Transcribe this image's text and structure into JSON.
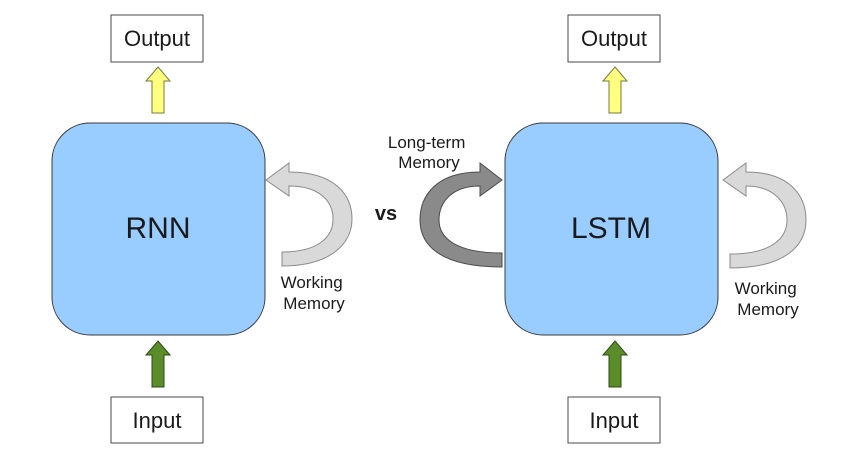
{
  "colors": {
    "cell_fill": "#99CCFF",
    "cell_stroke": "#3b3b3b",
    "output_arrow": "#FFFF80",
    "input_arrow": "#5B8C2A",
    "working_memory_arrow": "#D9D9D9",
    "long_term_memory_arrow": "#8A8A8A"
  },
  "rnn": {
    "output_label": "Output",
    "cell_label": "RNN",
    "input_label": "Input",
    "memory_line1": "Working",
    "memory_line2": "Memory"
  },
  "vs_label": "vs",
  "lstm": {
    "output_label": "Output",
    "cell_label": "LSTM",
    "input_label": "Input",
    "long_term_line1": "Long-term",
    "long_term_line2": "Memory",
    "memory_line1": "Working",
    "memory_line2": "Memory"
  }
}
